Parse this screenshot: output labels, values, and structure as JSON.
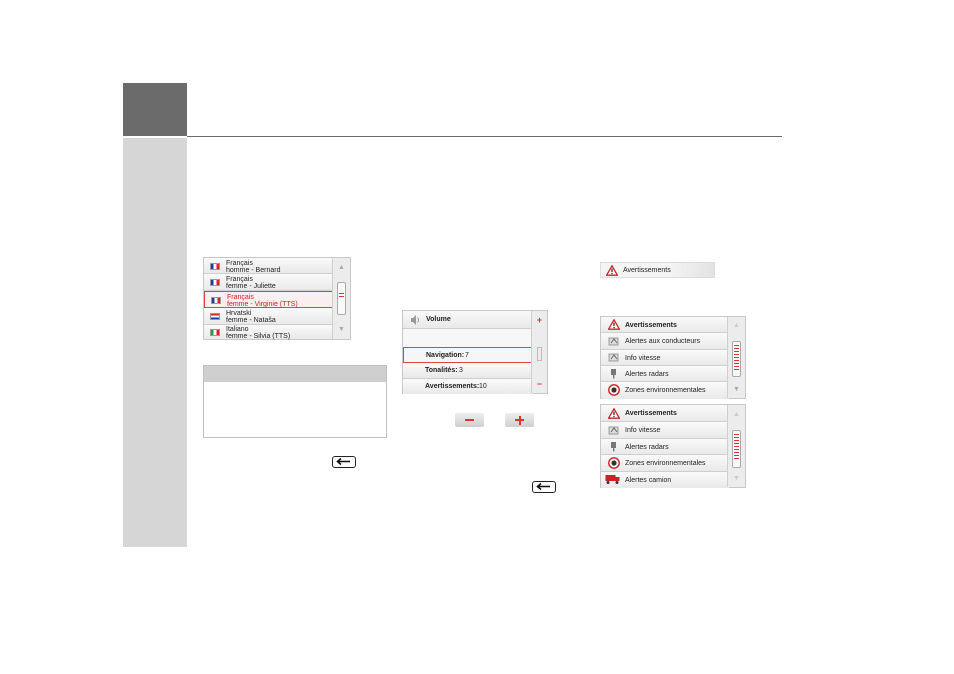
{
  "languages": {
    "items": [
      {
        "lang": "Français",
        "voice": "homme - Bernard",
        "flag": "fr",
        "selected": false
      },
      {
        "lang": "Français",
        "voice": "femme - Juliette",
        "flag": "fr",
        "selected": false
      },
      {
        "lang": "Français",
        "voice": "femme - Virginie (TTS)",
        "flag": "fr",
        "selected": true
      },
      {
        "lang": "Hrvatski",
        "voice": "femme - Nataša",
        "flag": "hr",
        "selected": false
      },
      {
        "lang": "Italiano",
        "voice": "femme - Silvia (TTS)",
        "flag": "it",
        "selected": false
      }
    ],
    "scroll_up": "▲",
    "scroll_down": "▼"
  },
  "volume": {
    "title": "Volume",
    "navigation_label": "Navigation:",
    "navigation_value": "7",
    "tones_label": "Tonalités:",
    "tones_value": "3",
    "warnings_label": "Avertissements:",
    "warnings_value": "10",
    "plus": "+",
    "minus": "−"
  },
  "warnings_header": {
    "label": "Avertissements"
  },
  "warnings_list_1": {
    "title": "Avertissements",
    "items": [
      "Alertes aux conducteurs",
      "Info vitesse",
      "Alertes radars",
      "Zones environnementales"
    ]
  },
  "warnings_list_2": {
    "title": "Avertissements",
    "items": [
      "Info vitesse",
      "Alertes radars",
      "Zones environnementales",
      "Alertes camion"
    ]
  },
  "colors": {
    "sidebar": "#d6d6d6",
    "sidebar_top": "#6b6b6b",
    "selection": "#d44444",
    "warning_red": "#cc2222"
  }
}
